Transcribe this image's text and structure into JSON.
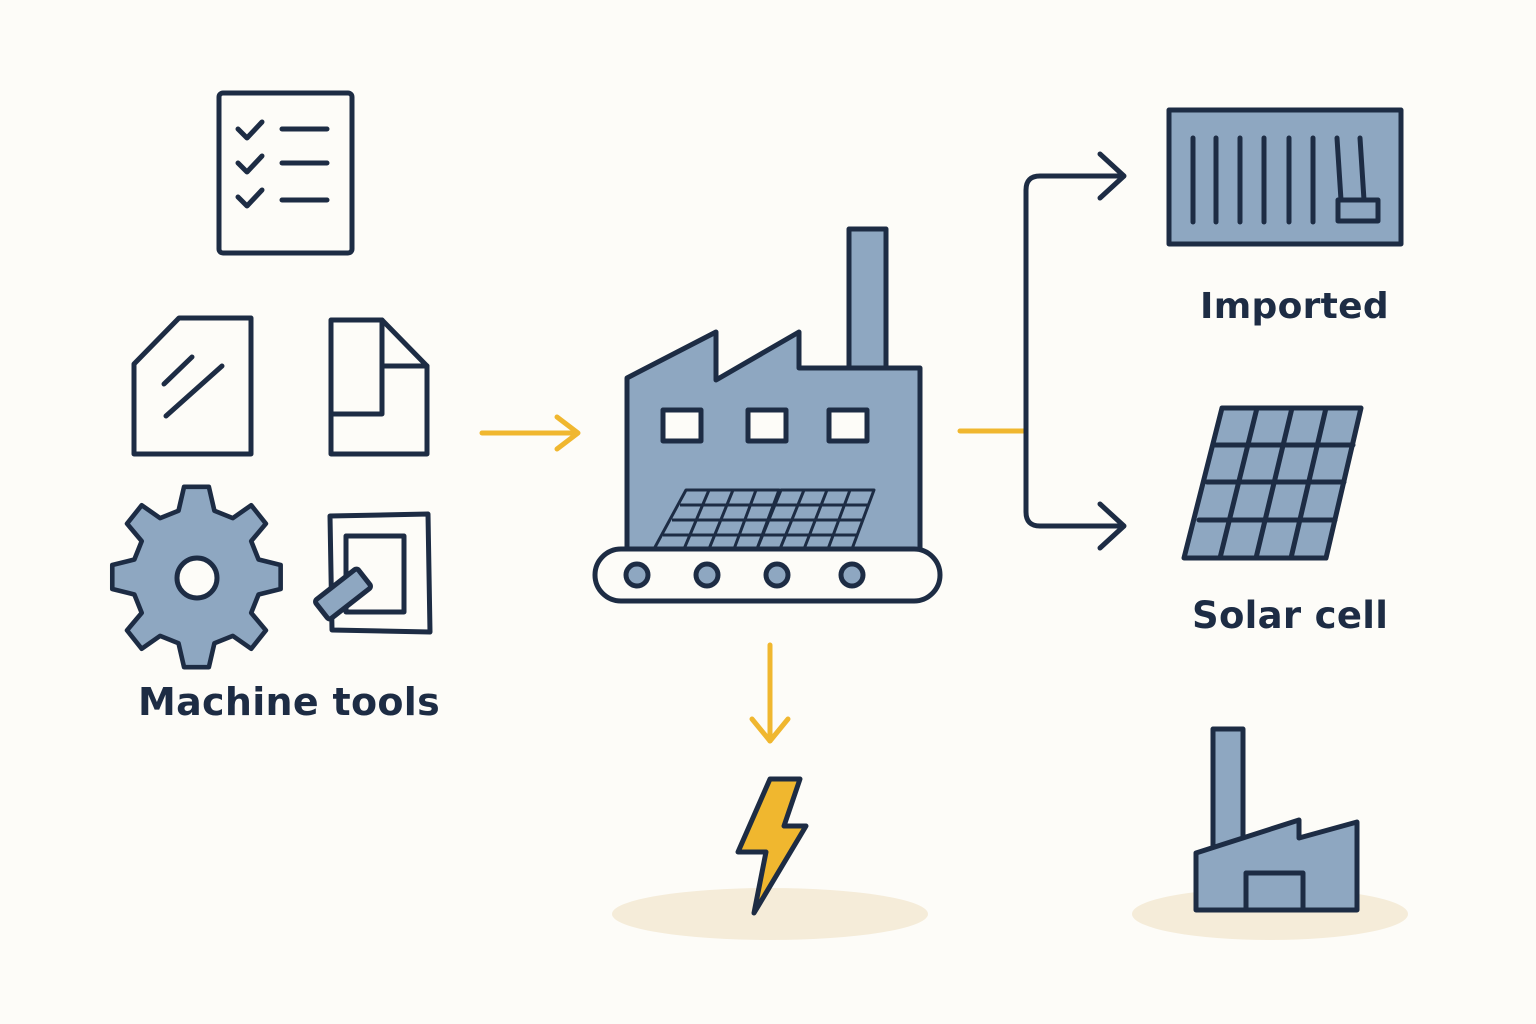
{
  "labels": {
    "machine_tools": "Machine tools",
    "imported": "Imported",
    "solar_cell": "Solar cell"
  },
  "icons": [
    "checklist-icon",
    "glass-sheet-icon",
    "document-icon",
    "gear-icon",
    "frame-tool-icon",
    "factory-conveyor-icon",
    "shipping-container-icon",
    "solar-panel-icon",
    "lightning-bolt-icon",
    "small-factory-icon"
  ],
  "colors": {
    "ink": "#1d2c44",
    "fill_blue": "#8ea7c1",
    "accent_yellow": "#f0b72f",
    "shadow": "#f5ecd9",
    "background": "#fdfcf8"
  }
}
